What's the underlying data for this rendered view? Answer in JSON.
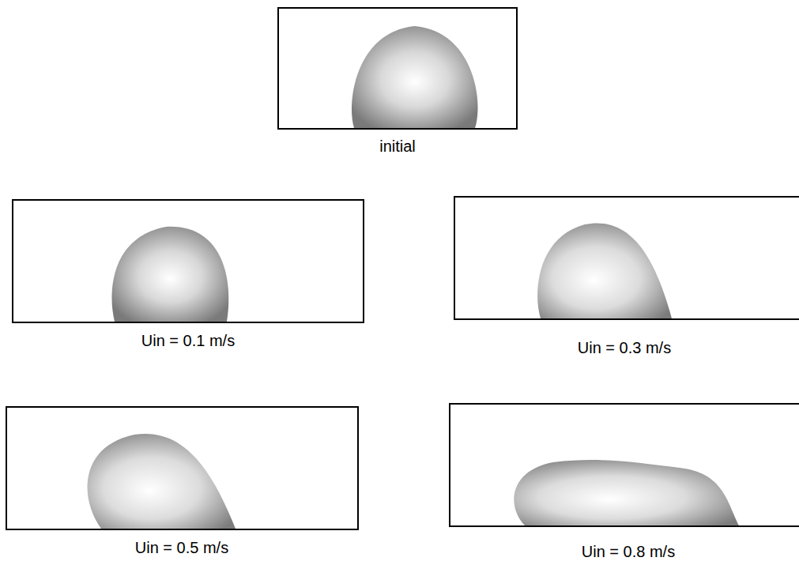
{
  "diagram": {
    "labels": [
      "initial",
      "Uin = 0.1 m/s",
      "Uin = 0.3 m/s",
      "Uin = 0.5 m/s",
      "Uin = 0.8 m/s"
    ]
  }
}
